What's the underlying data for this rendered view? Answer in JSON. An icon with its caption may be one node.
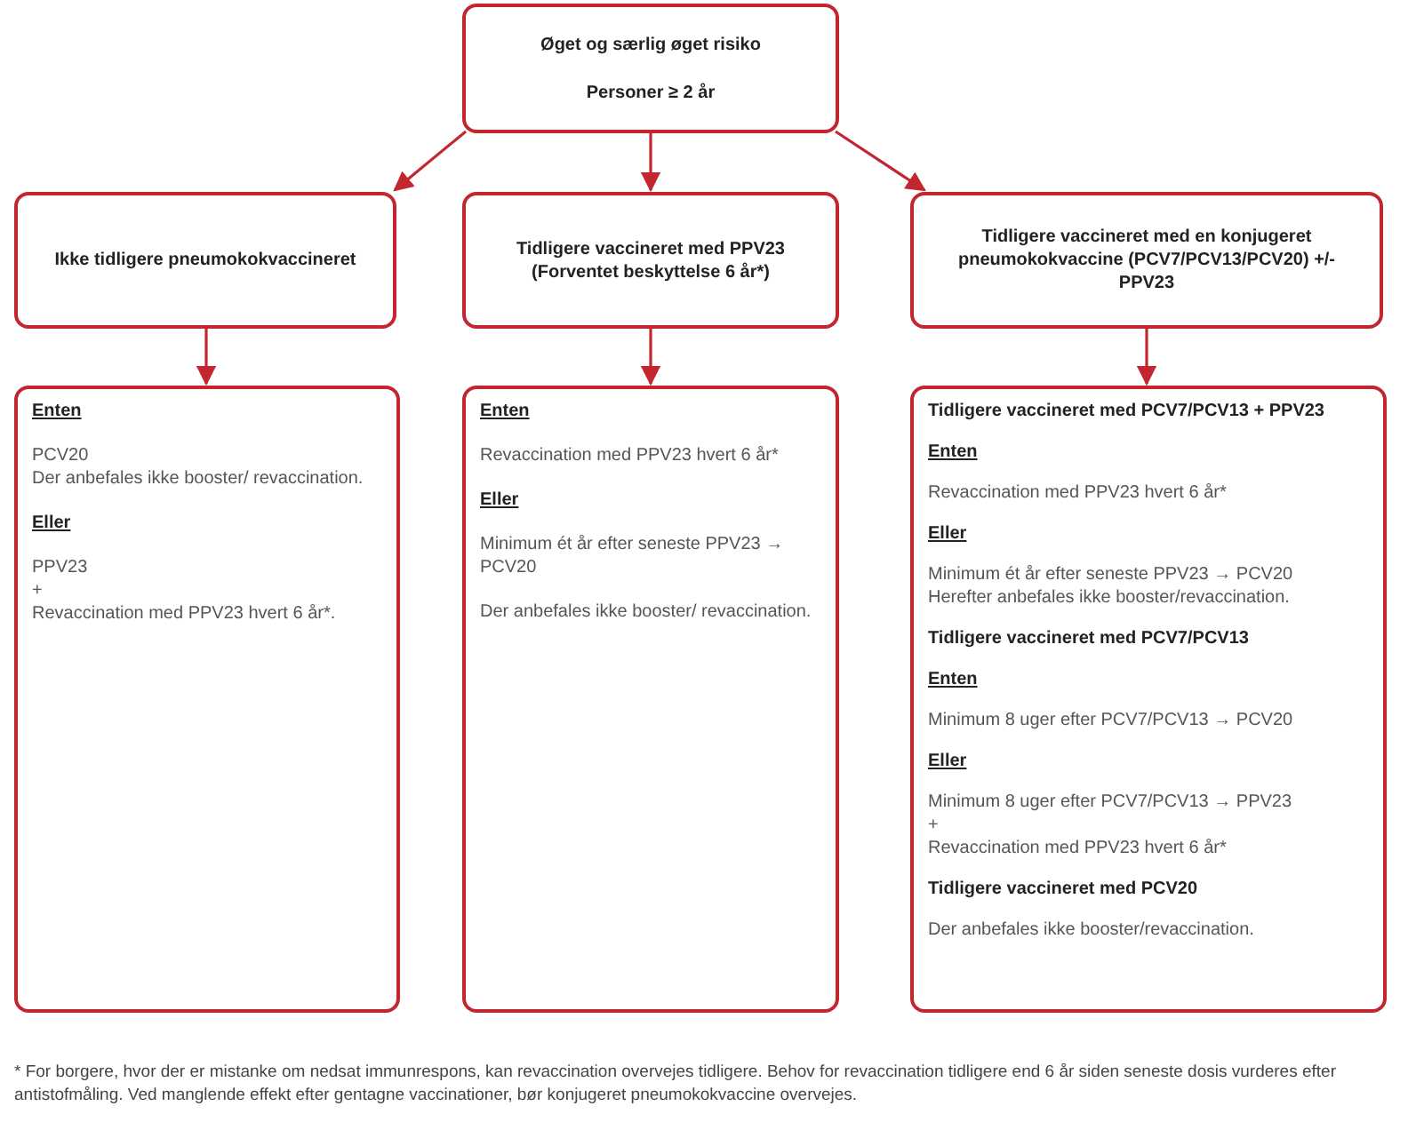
{
  "diagram": {
    "nodes": [
      {
        "text": [
          "Øget og særlig øget risiko",
          "Personer ≥ 2 år"
        ]
      },
      {
        "text": [
          "Ikke tidligere pneumokokvaccineret"
        ]
      },
      {
        "text": [
          "Tidligere vaccineret med PPV23 (Forventet beskyttelse 6 år*)"
        ]
      },
      {
        "text": [
          "Tidligere vaccineret med en konjugeret pneumokokvaccine (PCV7/PCV13/PCV20) +/- PPV23"
        ]
      },
      {
        "text": [
          "Enten",
          "PCV20",
          "Der anbefales ikke booster/ revaccination.",
          "Eller",
          "PPV23",
          "+",
          "Revaccination med PPV23 hvert 6 år*."
        ]
      },
      {
        "text": [
          "Enten",
          "Revaccination med PPV23 hvert 6 år*",
          "Eller",
          "Minimum ét år efter seneste PPV23 → PCV20",
          "Der anbefales ikke booster/ revaccination."
        ]
      },
      {
        "text": [
          "Tidligere vaccineret med PCV7/PCV13 + PPV23",
          "Enten",
          "Revaccination med PPV23 hvert 6 år*",
          "Eller",
          "Minimum ét år efter seneste PPV23 → PCV20",
          "Herefter anbefales ikke booster/revaccination.",
          "Tidligere vaccineret med PCV7/PCV13",
          "Enten",
          "Minimum 8 uger efter PCV7/PCV13 → PCV20",
          "Eller",
          "Minimum 8 uger efter PCV7/PCV13 → PPV23",
          "+",
          "Revaccination med PPV23 hvert 6 år*",
          "Tidligere vaccineret med PCV20",
          "Der anbefales ikke booster/revaccination."
        ]
      }
    ],
    "edges": [
      {
        "from": 0,
        "to": 1,
        "arrow": "to"
      },
      {
        "from": 0,
        "to": 2,
        "arrow": "to"
      },
      {
        "from": 0,
        "to": 3,
        "arrow": "to"
      },
      {
        "from": 1,
        "to": 4,
        "arrow": "to"
      },
      {
        "from": 2,
        "to": 5,
        "arrow": "to"
      },
      {
        "from": 3,
        "to": 6,
        "arrow": "to"
      }
    ],
    "labels": [
      "* For borgere, hvor der er mistanke om nedsat immunrespons, kan revaccination overvejes tidligere. Behov for revaccination tidligere end 6 år siden seneste dosis vurderes efter antistofmåling. Ved manglende effekt efter gentagne vaccinationer, bør konjugeret pneumokokvaccine overvejes."
    ]
  }
}
